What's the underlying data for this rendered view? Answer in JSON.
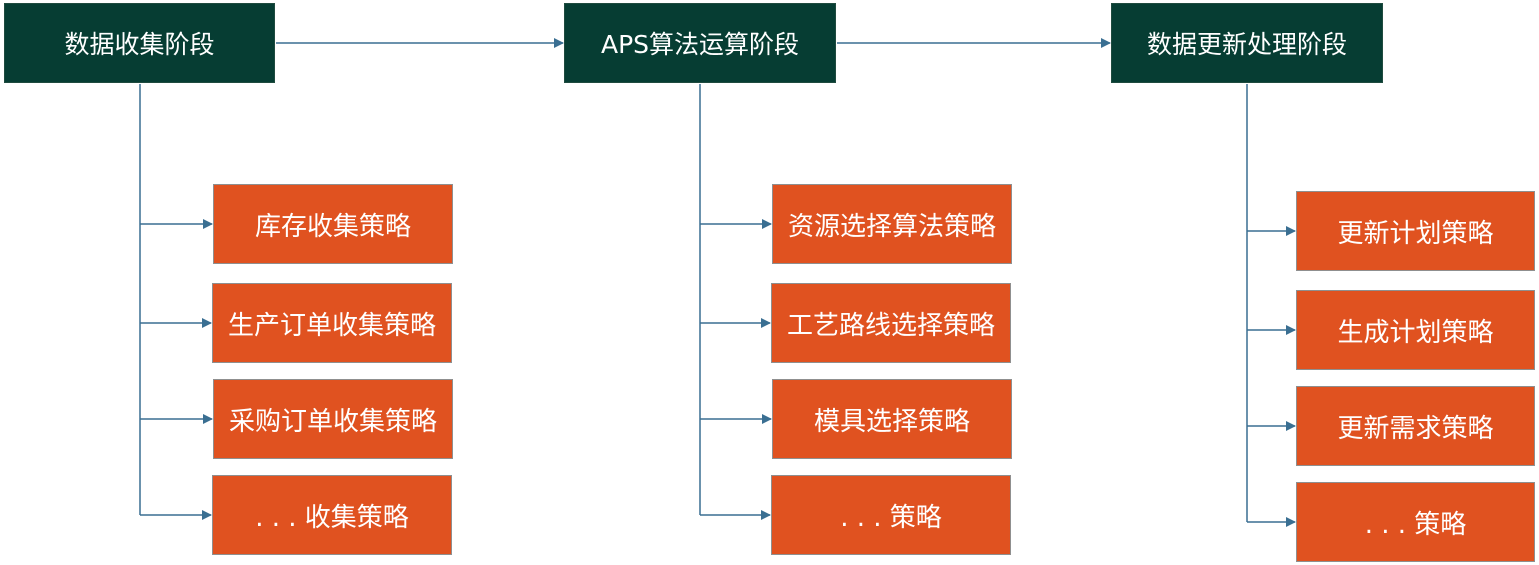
{
  "colors": {
    "stage_fill": "#063d33",
    "strategy_fill": "#e05220",
    "connector": "#3a6f92"
  },
  "stages": [
    {
      "id": "collect",
      "label": "数据收集阶段",
      "strategies": [
        "库存收集策略",
        "生产订单收集策略",
        "采购订单收集策略",
        ". . . 收集策略"
      ]
    },
    {
      "id": "compute",
      "label": "APS算法运算阶段",
      "strategies": [
        "资源选择算法策略",
        "工艺路线选择策略",
        "模具选择策略",
        ". . . 策略"
      ]
    },
    {
      "id": "update",
      "label": "数据更新处理阶段",
      "strategies": [
        "更新计划策略",
        "生成计划策略",
        "更新需求策略",
        ". . . 策略"
      ]
    }
  ]
}
